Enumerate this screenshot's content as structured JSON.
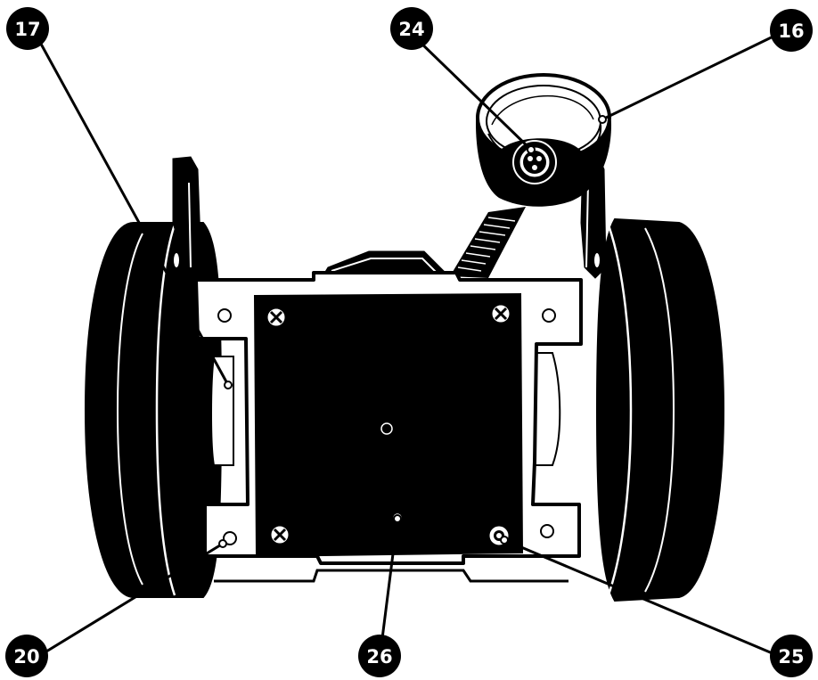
{
  "callouts": [
    {
      "id": "c17",
      "label": "17"
    },
    {
      "id": "c24",
      "label": "24"
    },
    {
      "id": "c16",
      "label": "16"
    },
    {
      "id": "c20",
      "label": "20"
    },
    {
      "id": "c26",
      "label": "26"
    },
    {
      "id": "c25",
      "label": "25"
    }
  ],
  "colors": {
    "ink": "#000000",
    "paper": "#ffffff"
  }
}
